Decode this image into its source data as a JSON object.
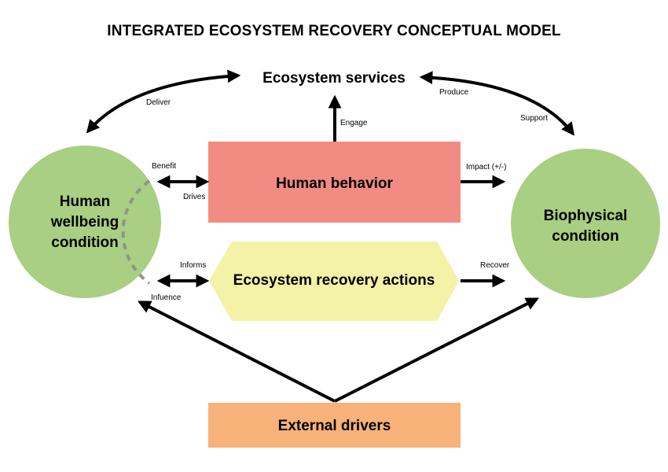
{
  "title": "INTEGRATED ECOSYSTEM RECOVERY CONCEPTUAL MODEL",
  "nodes": {
    "ecosystem_services": "Ecosystem services",
    "human_behavior": "Human behavior",
    "recovery_actions": "Ecosystem recovery actions",
    "external_drivers": "External drivers",
    "human_wellbeing": [
      "Human",
      "wellbeing",
      "condition"
    ],
    "biophysical": [
      "Biophysical",
      "condition"
    ]
  },
  "edges": {
    "deliver": "Deliver",
    "produce": "Produce",
    "support": "Support",
    "engage": "Engage",
    "benefit": "Benefit",
    "drives": "Drives",
    "impact": "Impact (+/-)",
    "informs": "Informs",
    "recover": "Recover",
    "infuence": "Infuence"
  },
  "colors": {
    "human_behavior": "#f28b82",
    "recovery_actions": "#f3f2a6",
    "external_drivers": "#f7b27a",
    "circle": "#a9cf82",
    "dashed": "#8e9589"
  }
}
